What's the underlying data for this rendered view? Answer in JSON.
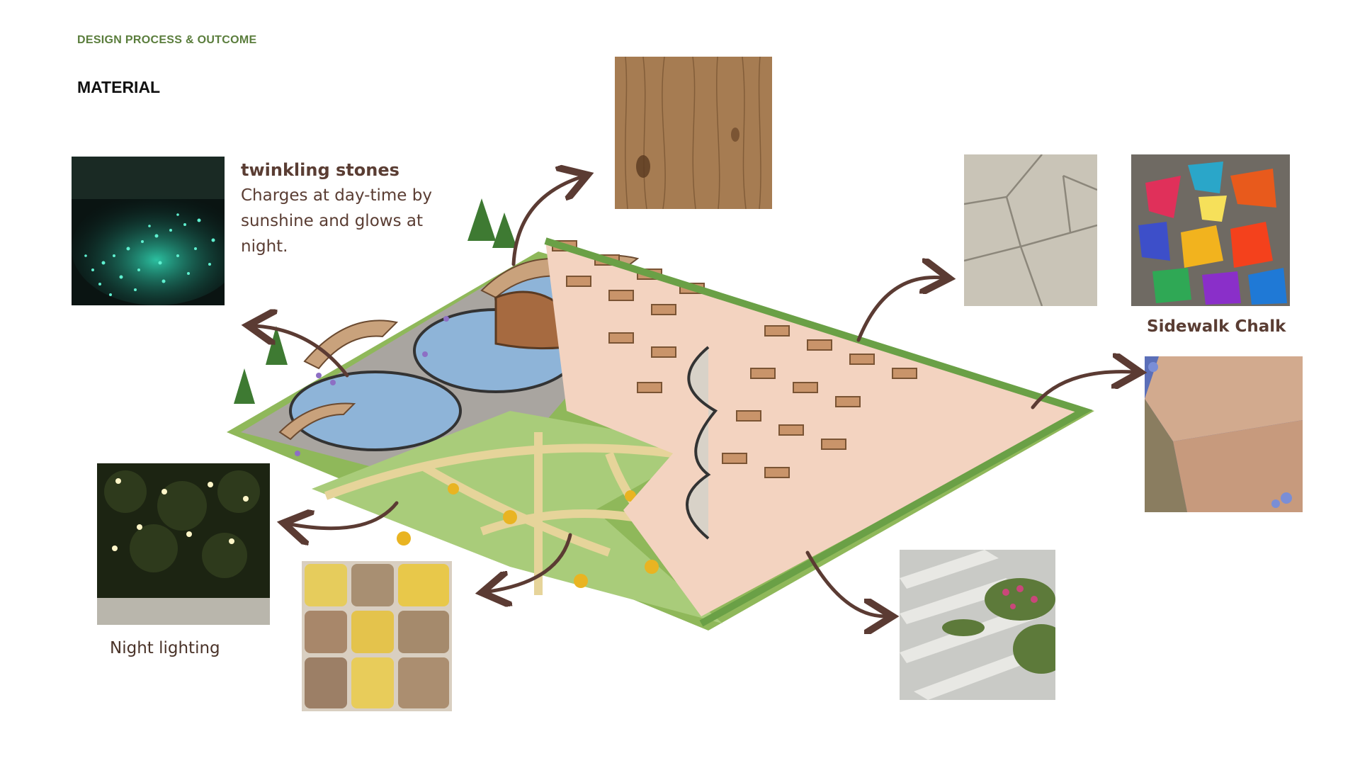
{
  "header": {
    "eyebrow": "DESIGN PROCESS & OUTCOME",
    "title": "MATERIAL"
  },
  "stones": {
    "title": "twinkling stones",
    "body": "Charges at day-time by sunshine and glows at night."
  },
  "labels": {
    "sidewalk_chalk": "Sidewalk Chalk",
    "night_lighting": "Night lighting"
  },
  "colors": {
    "eyebrow": "#5a7d3c",
    "label_brown": "#5a3d33",
    "arrow": "#5b3b33"
  }
}
